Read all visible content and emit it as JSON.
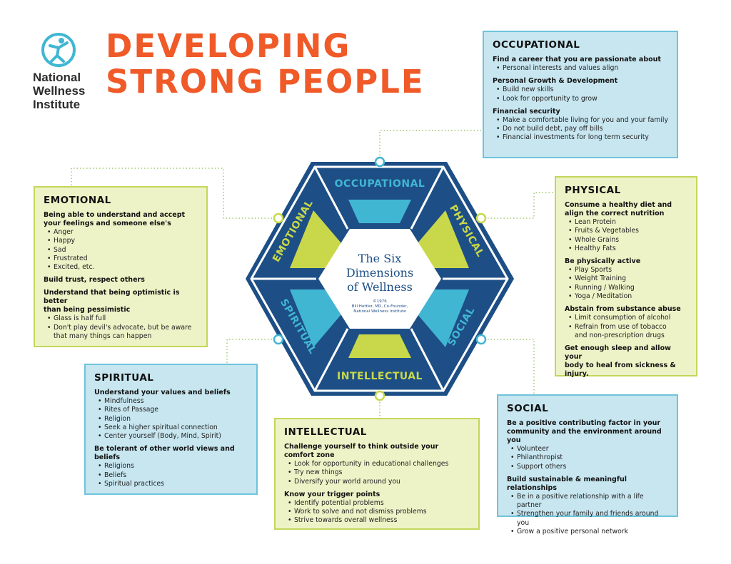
{
  "logo": {
    "name_lines": [
      "National",
      "Wellness",
      "Institute"
    ]
  },
  "headline": {
    "line1": "DEVELOPING",
    "line2": "STRONG PEOPLE"
  },
  "hexagon": {
    "center_lines": [
      "The Six",
      "Dimensions",
      "of Wellness"
    ],
    "credit_lines": [
      "©1976",
      "Bill Hettler, MD, Co-Founder,",
      "National Wellness Institute"
    ],
    "labels": {
      "occupational": "OCCUPATIONAL",
      "physical": "PHYSICAL",
      "social": "SOCIAL",
      "intellectual": "INTELLECTUAL",
      "spiritual": "SPIRITUAL",
      "emotional": "EMOTIONAL"
    }
  },
  "boxes": {
    "occupational": {
      "title": "OCCUPATIONAL",
      "sections": [
        {
          "heading": "Find a career that you are passionate about",
          "items": [
            "Personal interests and values align"
          ]
        },
        {
          "heading": "Personal Growth & Development",
          "items": [
            "Build new skills",
            "Look for opportunity to grow"
          ]
        },
        {
          "heading": "Financial security",
          "items": [
            "Make a comfortable living for you and your family",
            "Do not build debt, pay off bills",
            "Financial investments for long term security"
          ]
        }
      ]
    },
    "emotional": {
      "title": "EMOTIONAL",
      "sections": [
        {
          "heading": "Being able to understand and accept\nyour feelings and someone else's",
          "items": [
            "Anger",
            "Happy",
            "Sad",
            "Frustrated",
            "Excited, etc."
          ]
        },
        {
          "heading": "Build trust, respect others",
          "items": []
        },
        {
          "heading": "Understand that being optimistic is better\nthan being pessimistic",
          "items": [
            "Glass is half full",
            "Don't play devil's advocate, but be aware\nthat many things can happen"
          ]
        }
      ]
    },
    "physical": {
      "title": "PHYSICAL",
      "sections": [
        {
          "heading": "Consume a healthy diet and\nalign the correct nutrition",
          "items": [
            "Lean Protein",
            "Fruits & Vegetables",
            "Whole Grains",
            "Healthy Fats"
          ]
        },
        {
          "heading": "Be physically active",
          "items": [
            "Play Sports",
            "Weight Training",
            "Running / Walking",
            "Yoga / Meditation"
          ]
        },
        {
          "heading": "Abstain from substance abuse",
          "items": [
            "Limit consumption of alcohol",
            "Refrain from use of tobacco\nand non-prescription drugs"
          ]
        },
        {
          "heading": "Get enough sleep and allow your\nbody to heal from sickness & injury.",
          "items": []
        }
      ]
    },
    "spiritual": {
      "title": "SPIRITUAL",
      "sections": [
        {
          "heading": "Understand your values and beliefs",
          "items": [
            "Mindfulness",
            "Rites of Passage",
            "Religion",
            "Seek a higher spiritual connection",
            "Center yourself (Body, Mind, Spirit)"
          ]
        },
        {
          "heading": "Be tolerant of other world views and beliefs",
          "items": [
            "Religions",
            "Beliefs",
            "Spiritual practices"
          ]
        }
      ]
    },
    "intellectual": {
      "title": "INTELLECTUAL",
      "sections": [
        {
          "heading": "Challenge yourself to think outside your comfort zone",
          "items": [
            "Look for opportunity in educational challenges",
            "Try new things",
            "Diversify your world around you"
          ]
        },
        {
          "heading": "Know your trigger points",
          "items": [
            "Identify potential problems",
            "Work to solve and not dismiss problems",
            "Strive towards overall wellness"
          ]
        }
      ]
    },
    "social": {
      "title": "SOCIAL",
      "sections": [
        {
          "heading": "Be a positive contributing factor in your\ncommunity and the environment around you",
          "items": [
            "Volunteer",
            "Philanthropist",
            "Support others"
          ]
        },
        {
          "heading": "Build sustainable & meaningful relationships",
          "items": [
            "Be in a positive relationship with a life partner",
            "Strengthen your family and friends around you",
            "Grow a positive personal network"
          ]
        }
      ]
    }
  },
  "colors": {
    "orange": "#ef5a28",
    "navy": "#1d4f86",
    "teal": "#41b6d3",
    "lime": "#c9d84a",
    "blue_box": "#c7e6f0",
    "green_box": "#eef3c7"
  }
}
